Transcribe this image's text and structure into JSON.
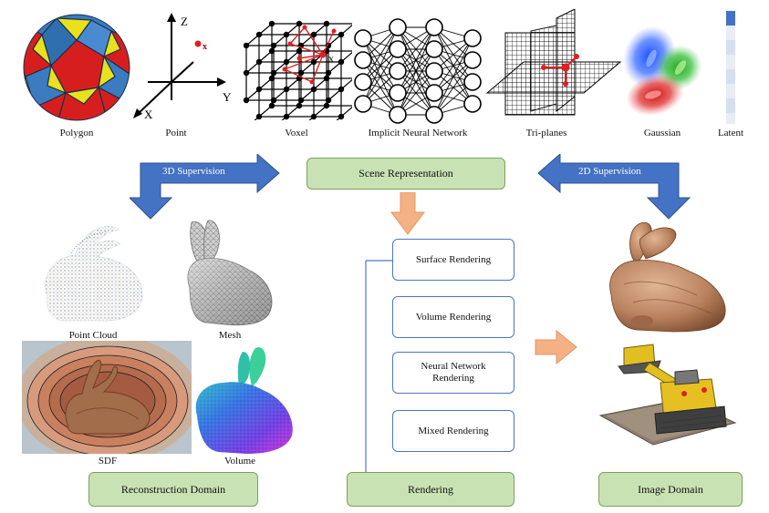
{
  "representations": {
    "polygon": "Polygon",
    "point": "Point",
    "voxel": "Voxel",
    "implicit_nn": "Implicit Neural Network",
    "triplanes": "Tri-planes",
    "gaussian": "Gaussian",
    "latent": "Latent"
  },
  "axes": {
    "x": "X",
    "y": "Y",
    "z": "Z",
    "point_x": "x",
    "voxel_x": "x"
  },
  "scene_representation": "Scene Representation",
  "supervision": {
    "three_d": "3D Supervision",
    "two_d": "2D Supervision"
  },
  "reconstruction": {
    "point_cloud": "Point Cloud",
    "mesh": "Mesh",
    "sdf": "SDF",
    "volume": "Volume",
    "domain": "Reconstruction Domain"
  },
  "rendering": {
    "surface": "Surface Rendering",
    "volume": "Volume Rendering",
    "neural_line1": "Neural Network",
    "neural_line2": "Rendering",
    "mixed": "Mixed Rendering",
    "title": "Rendering"
  },
  "image_domain": "Image Domain",
  "colors": {
    "green_fill": "#c9e2b4",
    "blue_arrow": "#4472c4",
    "orange_arrow": "#f4b183",
    "red_accent": "#e02020"
  }
}
